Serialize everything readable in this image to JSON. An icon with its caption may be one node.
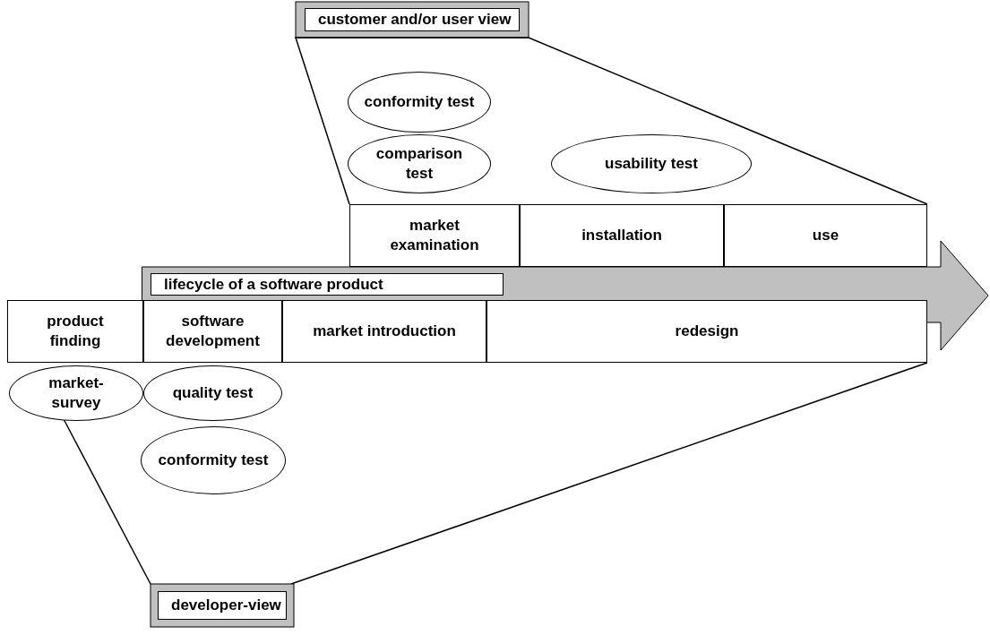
{
  "diagram": {
    "nodes": [
      {
        "text": [
          "customer and/or user view"
        ]
      },
      {
        "text": [
          "conformity test"
        ]
      },
      {
        "text": [
          "comparison test"
        ]
      },
      {
        "text": [
          "usability test"
        ]
      },
      {
        "text": [
          "market examination"
        ]
      },
      {
        "text": [
          "installation"
        ]
      },
      {
        "text": [
          "use"
        ]
      },
      {
        "text": [
          "lifecycle of a software product"
        ]
      },
      {
        "text": [
          "product finding"
        ]
      },
      {
        "text": [
          "software development"
        ]
      },
      {
        "text": [
          "market introduction"
        ]
      },
      {
        "text": [
          "redesign"
        ]
      },
      {
        "text": [
          "market-survey"
        ]
      },
      {
        "text": [
          "quality test"
        ]
      },
      {
        "text": [
          "conformity test"
        ]
      },
      {
        "text": [
          "developer-view"
        ]
      }
    ],
    "edges": []
  }
}
